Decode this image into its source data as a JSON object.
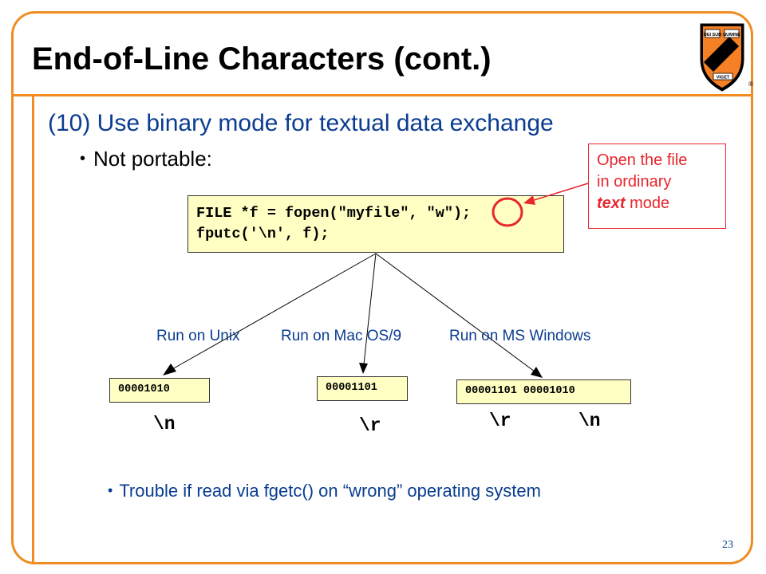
{
  "slide": {
    "title": "End-of-Line Characters (cont.)",
    "heading": "(10) Use binary mode for textual data exchange",
    "bullet": "Not portable:",
    "callout": {
      "line1": "Open the file",
      "line2": "in ordinary",
      "line3_em": "text",
      "line3_rest": " mode"
    },
    "code": {
      "line1": "FILE *f = fopen(\"myfile\", \"w\");",
      "line2": "fputc('\\n', f);"
    },
    "runs": {
      "unix": "Run on Unix",
      "mac": "Run on Mac OS/9",
      "windows": "Run on MS Windows"
    },
    "bytes": {
      "unix": "00001010",
      "mac": "00001101",
      "windows": "00001101 00001010"
    },
    "escapes": {
      "unix_n": "\\n",
      "mac_r": "\\r",
      "win_r": "\\r",
      "win_n": "\\n"
    },
    "bottom_bullet": "Trouble if read via fgetc() on “wrong” operating system",
    "page_number": "23"
  },
  "logo": {
    "shield_banner_left": "DEI SUB",
    "shield_banner_right": "NUMINE",
    "shield_banner_bottom": "VIGET",
    "colors": {
      "orange": "#f58025",
      "black": "#000000"
    }
  },
  "colors": {
    "frame": "#f08c22",
    "heading": "#0a3d91",
    "callout": "#e8262e",
    "codebox": "#ffffc4"
  }
}
